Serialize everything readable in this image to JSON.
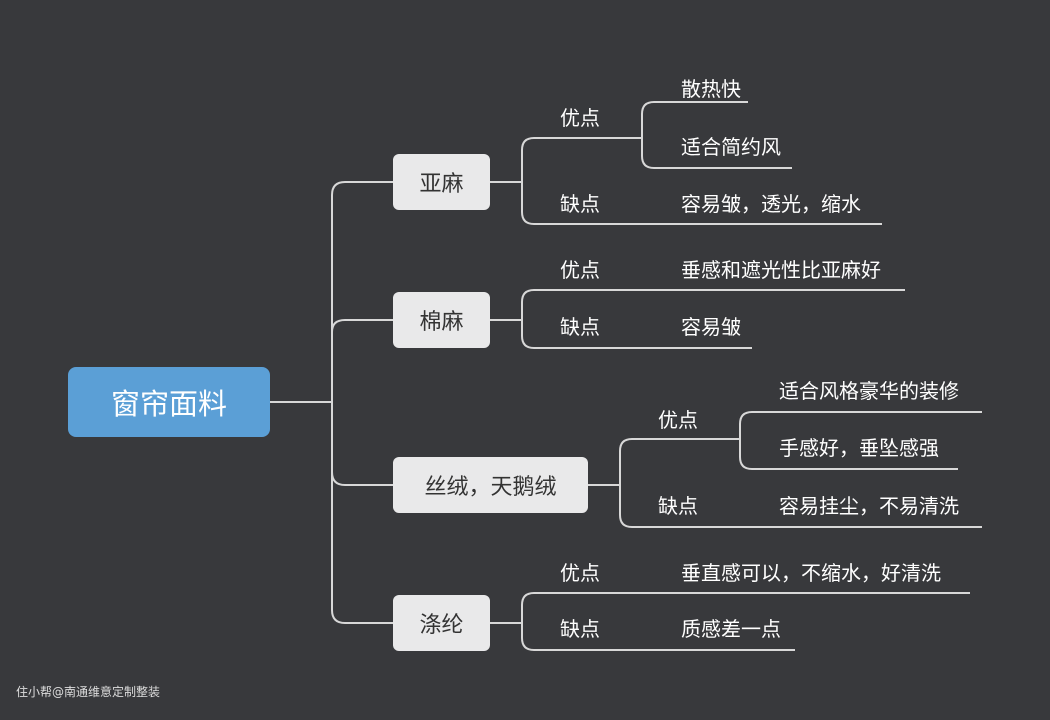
{
  "root": {
    "label": "窗帘面料"
  },
  "branches": [
    {
      "label": "亚麻",
      "pros_label": "优点",
      "pros": [
        "散热快",
        "适合简约风"
      ],
      "cons_label": "缺点",
      "cons": [
        "容易皱，透光，缩水"
      ]
    },
    {
      "label": "棉麻",
      "pros_label": "优点",
      "pros": [
        "垂感和遮光性比亚麻好"
      ],
      "cons_label": "缺点",
      "cons": [
        "容易皱"
      ]
    },
    {
      "label": "丝绒，天鹅绒",
      "pros_label": "优点",
      "pros": [
        "适合风格豪华的装修",
        "手感好，垂坠感强"
      ],
      "cons_label": "缺点",
      "cons": [
        "容易挂尘，不易清洗"
      ]
    },
    {
      "label": "涤纶",
      "pros_label": "优点",
      "pros": [
        "垂直感可以，不缩水，好清洗"
      ],
      "cons_label": "缺点",
      "cons": [
        "质感差一点"
      ]
    }
  ],
  "watermark": "住小帮@南通维意定制整装",
  "colors": {
    "background": "#38393c",
    "root_fill": "#5b9fd6",
    "node_fill": "#e9e9ea",
    "line": "#d8d8d8",
    "text": "#ffffff"
  }
}
